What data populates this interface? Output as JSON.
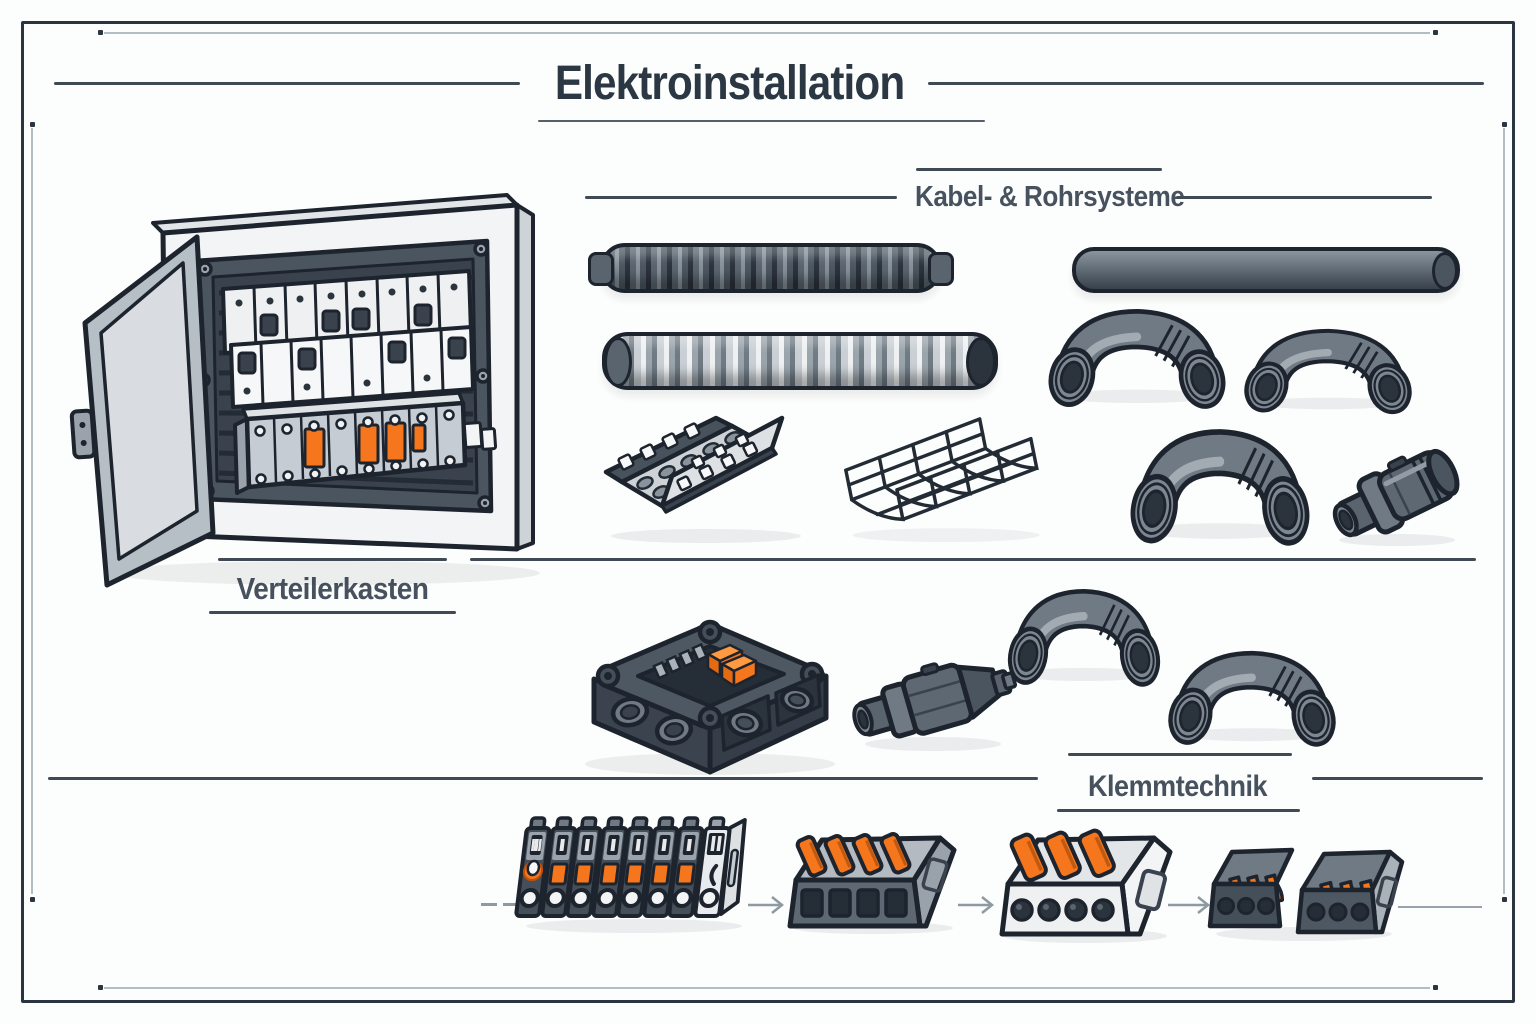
{
  "page": {
    "title": "Elektroinstallation",
    "background": "#fcfdfd"
  },
  "sections": {
    "cable_systems": {
      "label": "Kabel- & Rohrsysteme"
    },
    "distribution_box": {
      "label": "Verteilerkasten"
    },
    "clamp_technology": {
      "label": "Klemmtechnik"
    }
  },
  "palette": {
    "ink_outline": "#1d242e",
    "frame": "#2b3542",
    "divider_line": "#3f4a55",
    "title_color": "#2c3744",
    "label_color": "#47525e",
    "accent_orange": "#f5761d",
    "metal_light": "#c9cfd4",
    "metal_mid": "#6f7a85",
    "metal_dark": "#39424d"
  },
  "illustrations": {
    "distribution_cabinet": "open wall cabinet with circuit breakers and orange terminal blocks",
    "corrugated_conduit_dark": "flexible corrugated conduit, dark",
    "corrugated_conduit_light": "flexible corrugated conduit, light",
    "rigid_pipe": "smooth rigid electrical conduit",
    "pipe_elbow_top": "90-degree conduit elbow",
    "pipe_bend_swept": "swept conduit bend",
    "perforated_cable_tray": "perforated sheet-metal cable tray",
    "wire_mesh_cable_tray": "wire mesh cable tray",
    "pipe_elbow_large": "90-degree conduit elbow, large sockets",
    "pipe_coupler": "straight conduit coupler",
    "junction_box": "surface junction box with orange lever terminals",
    "cable_gland": "cable gland fitting",
    "pipe_elbow_mid_left": "90-degree conduit elbow",
    "pipe_elbow_mid_right": "90-degree conduit elbow",
    "terminal_block_strip": "row of eight DIN terminal blocks with orange accents",
    "lever_connector_gray": "4-lever wire connector, gray",
    "lever_connector_white": "3-lever wire connector, white",
    "lever_connector_pair": "two lever wire connectors",
    "flow_arrows": "process arrows between clamp components"
  }
}
